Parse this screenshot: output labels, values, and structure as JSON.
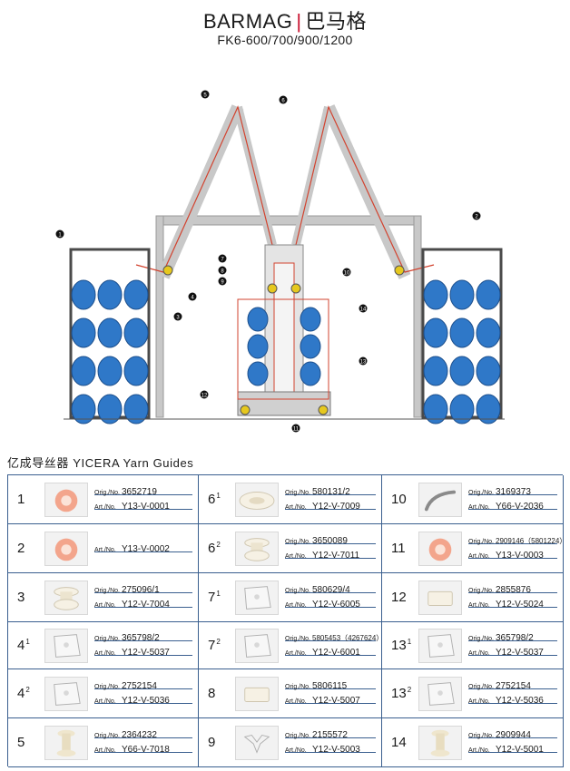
{
  "header": {
    "brand_en": "BARMAG",
    "brand_cn": "巴马格",
    "model": "FK6-600/700/900/1200"
  },
  "diagram": {
    "callouts": [
      "1",
      "2",
      "3",
      "4",
      "5",
      "6",
      "7",
      "8",
      "9",
      "10",
      "11",
      "12",
      "13",
      "14"
    ],
    "colors": {
      "bobbin": "#2f78c8",
      "frame": "#4a4a4a",
      "yarn": "#d2432f",
      "beam": "#c8c8c8"
    }
  },
  "guides": {
    "section_title": "亿成导丝器  YICERA  Yarn  Guides",
    "orig_label": "Orig./No.",
    "art_label": "Art./No.",
    "items": [
      {
        "num": "1",
        "sup": "",
        "orig": "3652719",
        "art": "Y13-V-0001",
        "shape": "bead-pink"
      },
      {
        "num": "2",
        "sup": "",
        "orig": "",
        "art": "Y13-V-0002",
        "shape": "bead-pink"
      },
      {
        "num": "3",
        "sup": "",
        "orig": "275096/1",
        "art": "Y12-V-7004",
        "shape": "pulley"
      },
      {
        "num": "4",
        "sup": "1",
        "orig": "365798/2",
        "art": "Y12-V-5037",
        "shape": "plate"
      },
      {
        "num": "4",
        "sup": "2",
        "orig": "2752154",
        "art": "Y12-V-5036",
        "shape": "plate"
      },
      {
        "num": "5",
        "sup": "",
        "orig": "2364232",
        "art": "Y66-V-7018",
        "shape": "spool"
      },
      {
        "num": "6",
        "sup": "1",
        "orig": "580131/2",
        "art": "Y12-V-7009",
        "shape": "disc"
      },
      {
        "num": "6",
        "sup": "2",
        "orig": "3650089",
        "art": "Y12-V-7011",
        "shape": "pulley"
      },
      {
        "num": "7",
        "sup": "1",
        "orig": "580629/4",
        "art": "Y12-V-6005",
        "shape": "plate"
      },
      {
        "num": "7",
        "sup": "2",
        "orig": "5805453（4267624）",
        "art": "Y12-V-6001",
        "shape": "plate"
      },
      {
        "num": "8",
        "sup": "",
        "orig": "5806115",
        "art": "Y12-V-5007",
        "shape": "block"
      },
      {
        "num": "9",
        "sup": "",
        "orig": "2155572",
        "art": "Y12-V-5003",
        "shape": "fork"
      },
      {
        "num": "10",
        "sup": "",
        "orig": "3169373",
        "art": "Y66-V-2036",
        "shape": "rod"
      },
      {
        "num": "11",
        "sup": "",
        "orig": "2909146（5801224）",
        "art": "Y13-V-0003",
        "shape": "bead-pink"
      },
      {
        "num": "12",
        "sup": "",
        "orig": "2855876",
        "art": "Y12-V-5024",
        "shape": "block"
      },
      {
        "num": "13",
        "sup": "1",
        "orig": "365798/2",
        "art": "Y12-V-5037",
        "shape": "plate"
      },
      {
        "num": "13",
        "sup": "2",
        "orig": "2752154",
        "art": "Y12-V-5036",
        "shape": "plate"
      },
      {
        "num": "14",
        "sup": "",
        "orig": "2909944",
        "art": "Y12-V-5001",
        "shape": "spool"
      }
    ]
  }
}
